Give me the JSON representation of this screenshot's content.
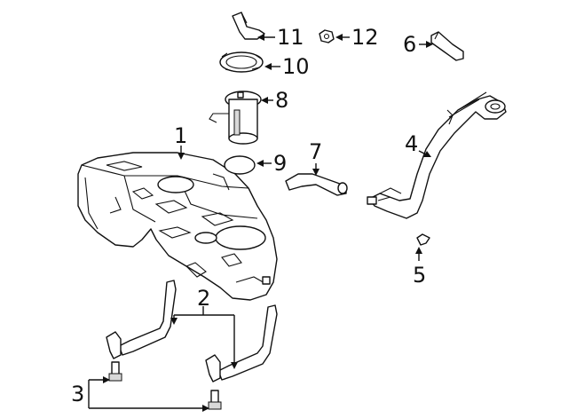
{
  "diagram": {
    "callouts": [
      {
        "id": "1",
        "label": "1"
      },
      {
        "id": "2",
        "label": "2"
      },
      {
        "id": "3",
        "label": "3"
      },
      {
        "id": "4",
        "label": "4"
      },
      {
        "id": "5",
        "label": "5"
      },
      {
        "id": "6",
        "label": "6"
      },
      {
        "id": "7",
        "label": "7"
      },
      {
        "id": "8",
        "label": "8"
      },
      {
        "id": "9",
        "label": "9"
      },
      {
        "id": "10",
        "label": "10"
      },
      {
        "id": "11",
        "label": "11"
      },
      {
        "id": "12",
        "label": "12"
      }
    ],
    "colors": {
      "line": "#111111",
      "background": "#ffffff",
      "shade": "#d9d9d9"
    }
  }
}
